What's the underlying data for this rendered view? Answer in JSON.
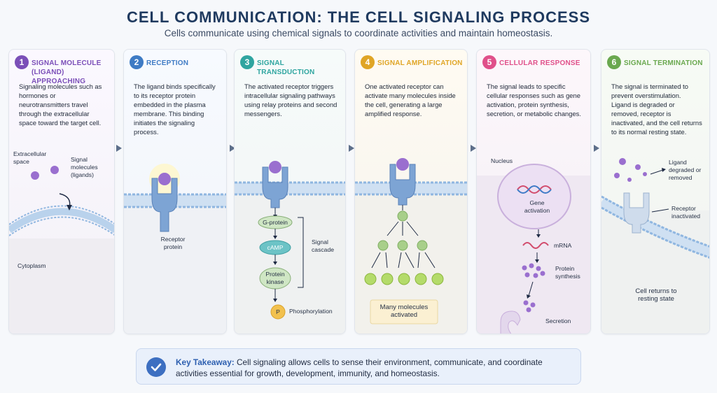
{
  "title": "CELL COMMUNICATION: THE CELL SIGNALING PROCESS",
  "subtitle": "Cells communicate using chemical signals to coordinate activities and maintain homeostasis.",
  "colors": {
    "purple": "#7b4fb8",
    "blue": "#3e7bc4",
    "teal": "#2fa5a0",
    "gold": "#e0a526",
    "pink": "#e0508a",
    "green": "#6aa84f"
  },
  "steps": [
    {
      "number": "1",
      "title": "SIGNAL MOLECULE (LIGAND) APPROACHING",
      "body": "Signaling molecules such as hormones or neurotransmitters travel through the extracellular space toward the target cell.",
      "labels": {
        "extracellular": "Extracellular space",
        "signal_molecules": "Signal molecules (ligands)",
        "cytoplasm": "Cytoplasm"
      }
    },
    {
      "number": "2",
      "title": "RECEPTION",
      "body": "The ligand binds specifically to its receptor protein embedded in the plasma membrane. This binding initiates the signaling process.",
      "labels": {
        "receptor": "Receptor protein"
      }
    },
    {
      "number": "3",
      "title": "SIGNAL TRANSDUCTION",
      "body": "The activated receptor triggers intracellular signaling pathways using relay proteins and second messengers.",
      "labels": {
        "g_protein": "G-protein",
        "camp": "cAMP",
        "kinase": "Protein kinase",
        "p": "P",
        "phosphorylation": "Phosphorylation",
        "cascade": "Signal cascade"
      }
    },
    {
      "number": "4",
      "title": "SIGNAL AMPLIFICATION",
      "body": "One activated receptor can activate many molecules inside the cell, generating a large amplified response.",
      "labels": {
        "many": "Many molecules activated"
      }
    },
    {
      "number": "5",
      "title": "CELLULAR RESPONSE",
      "body": "The signal leads to specific cellular responses such as gene activation, protein synthesis, secretion, or metabolic changes.",
      "labels": {
        "nucleus": "Nucleus",
        "gene": "Gene activation",
        "mrna": "mRNA",
        "protein": "Protein synthesis",
        "secretion": "Secretion"
      }
    },
    {
      "number": "6",
      "title": "SIGNAL TERMINATION",
      "body": "The signal is terminated to prevent overstimulation. Ligand is degraded or removed, receptor is inactivated, and the cell returns to its normal resting state.",
      "labels": {
        "ligand": "Ligand degraded or removed",
        "receptor": "Receptor inactivated",
        "returns": "Cell returns to resting state"
      }
    }
  ],
  "takeaway": {
    "heading": "Key Takeaway:",
    "text": "Cell signaling allows cells to sense their environment, communicate, and coordinate activities essential for growth, development, immunity, and homeostasis."
  }
}
